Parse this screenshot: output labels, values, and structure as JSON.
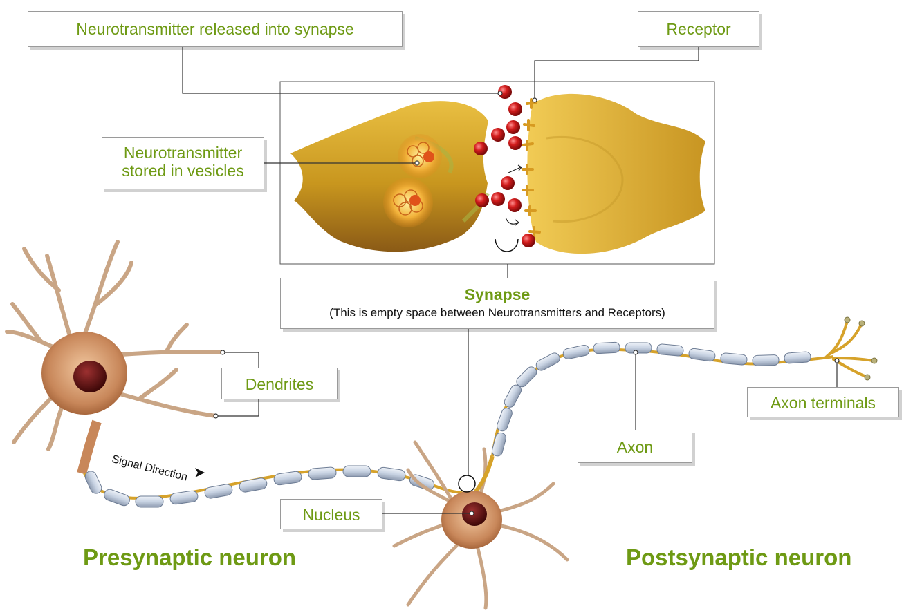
{
  "labels": {
    "neurotransmitter_released": "Neurotransmitter released into synapse",
    "receptor": "Receptor",
    "neurotransmitter_stored": "Neurotransmitter stored in vesicles",
    "synapse_title": "Synapse",
    "synapse_note": "(This is empty space between Neurotransmitters and Receptors)",
    "dendrites": "Dendrites",
    "axon": "Axon",
    "axon_terminals": "Axon terminals",
    "nucleus": "Nucleus",
    "signal_direction": "Signal Direction",
    "presynaptic_neuron": "Presynaptic neuron",
    "postsynaptic_neuron": "Postsynaptic neuron"
  },
  "colors": {
    "label_green": "#6e9a14",
    "neuron_body": "#c8875a",
    "nucleus": "#5a1010",
    "myelin": "#c7d2e2",
    "terminal_gold": "#d6a22a",
    "neurotransmitter_red": "#c81818",
    "leader_line": "#333333"
  }
}
